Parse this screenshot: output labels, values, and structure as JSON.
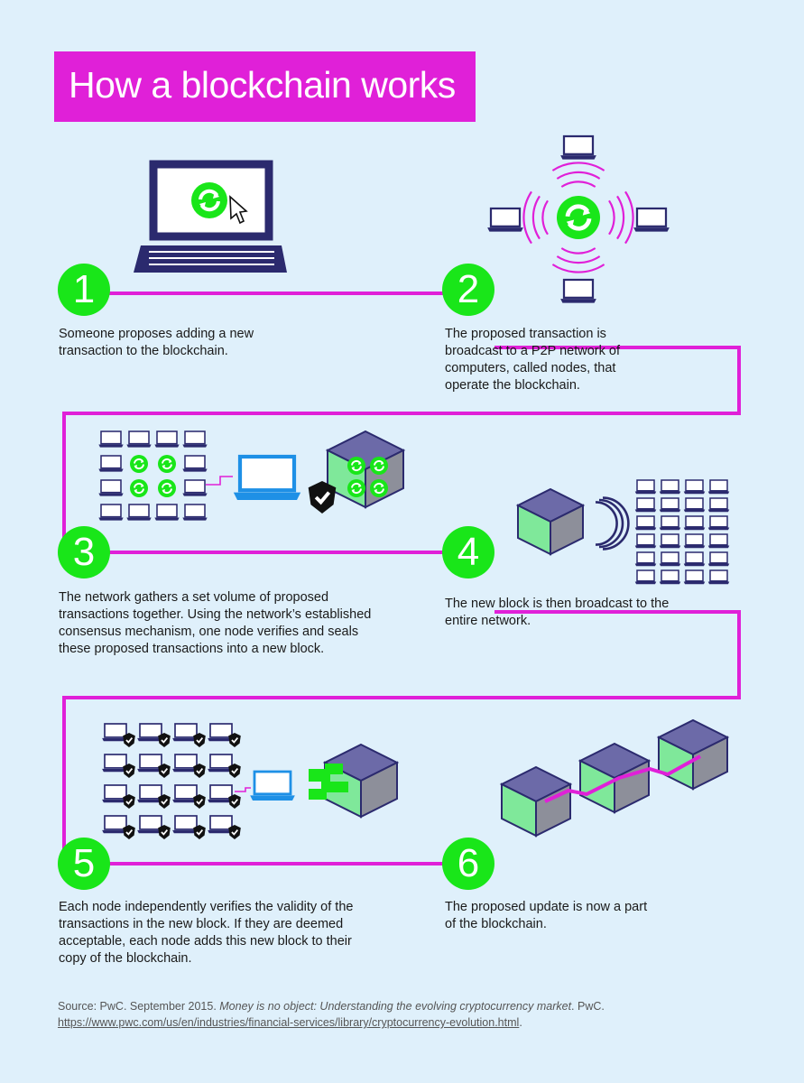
{
  "title": "How a blockchain works",
  "colors": {
    "background": "#dff0fb",
    "accent": "#e020d8",
    "step": "#19e619",
    "device": "#2b2a6e",
    "device_light": "#1e90e6",
    "block_top": "#6c6aa8",
    "block_side": "#7fe89a"
  },
  "steps": [
    {
      "number": "1",
      "text": [
        "Someone proposes adding a new",
        "transaction to the blockchain."
      ]
    },
    {
      "number": "2",
      "text": [
        "The proposed transaction is",
        "broadcast to a P2P network of",
        "computers, called nodes, that",
        "operate the blockchain."
      ]
    },
    {
      "number": "3",
      "text": [
        "The network gathers a set volume of proposed",
        "transactions together. Using the network’s established",
        "consensus mechanism, one node verifies and seals",
        "these proposed transactions into a new block."
      ]
    },
    {
      "number": "4",
      "text": [
        "The new block is then broadcast to the",
        "entire network."
      ]
    },
    {
      "number": "5",
      "text": [
        "Each node independently verifies the validity of the",
        "transactions in the new block. If they are deemed",
        "acceptable, each node adds this new block to their",
        "copy of the blockchain."
      ]
    },
    {
      "number": "6",
      "text": [
        "The proposed update is now a part",
        "of the blockchain."
      ]
    }
  ],
  "source": {
    "prefix": "Source: PwC. September 2015. ",
    "title": "Money is no object: Understanding the evolving cryptocurrency market",
    "middle": ". PwC. ",
    "url": "https://www.pwc.com/us/en/industries/financial-services/library/cryptocurrency-evolution.html",
    "suffix": "."
  },
  "icons": [
    "laptop-icon",
    "sync-icon",
    "cursor-hand-icon",
    "broadcast-waves-icon",
    "node-grid-icon",
    "shield-check-icon",
    "block-cube-icon",
    "chain-link-icon"
  ]
}
